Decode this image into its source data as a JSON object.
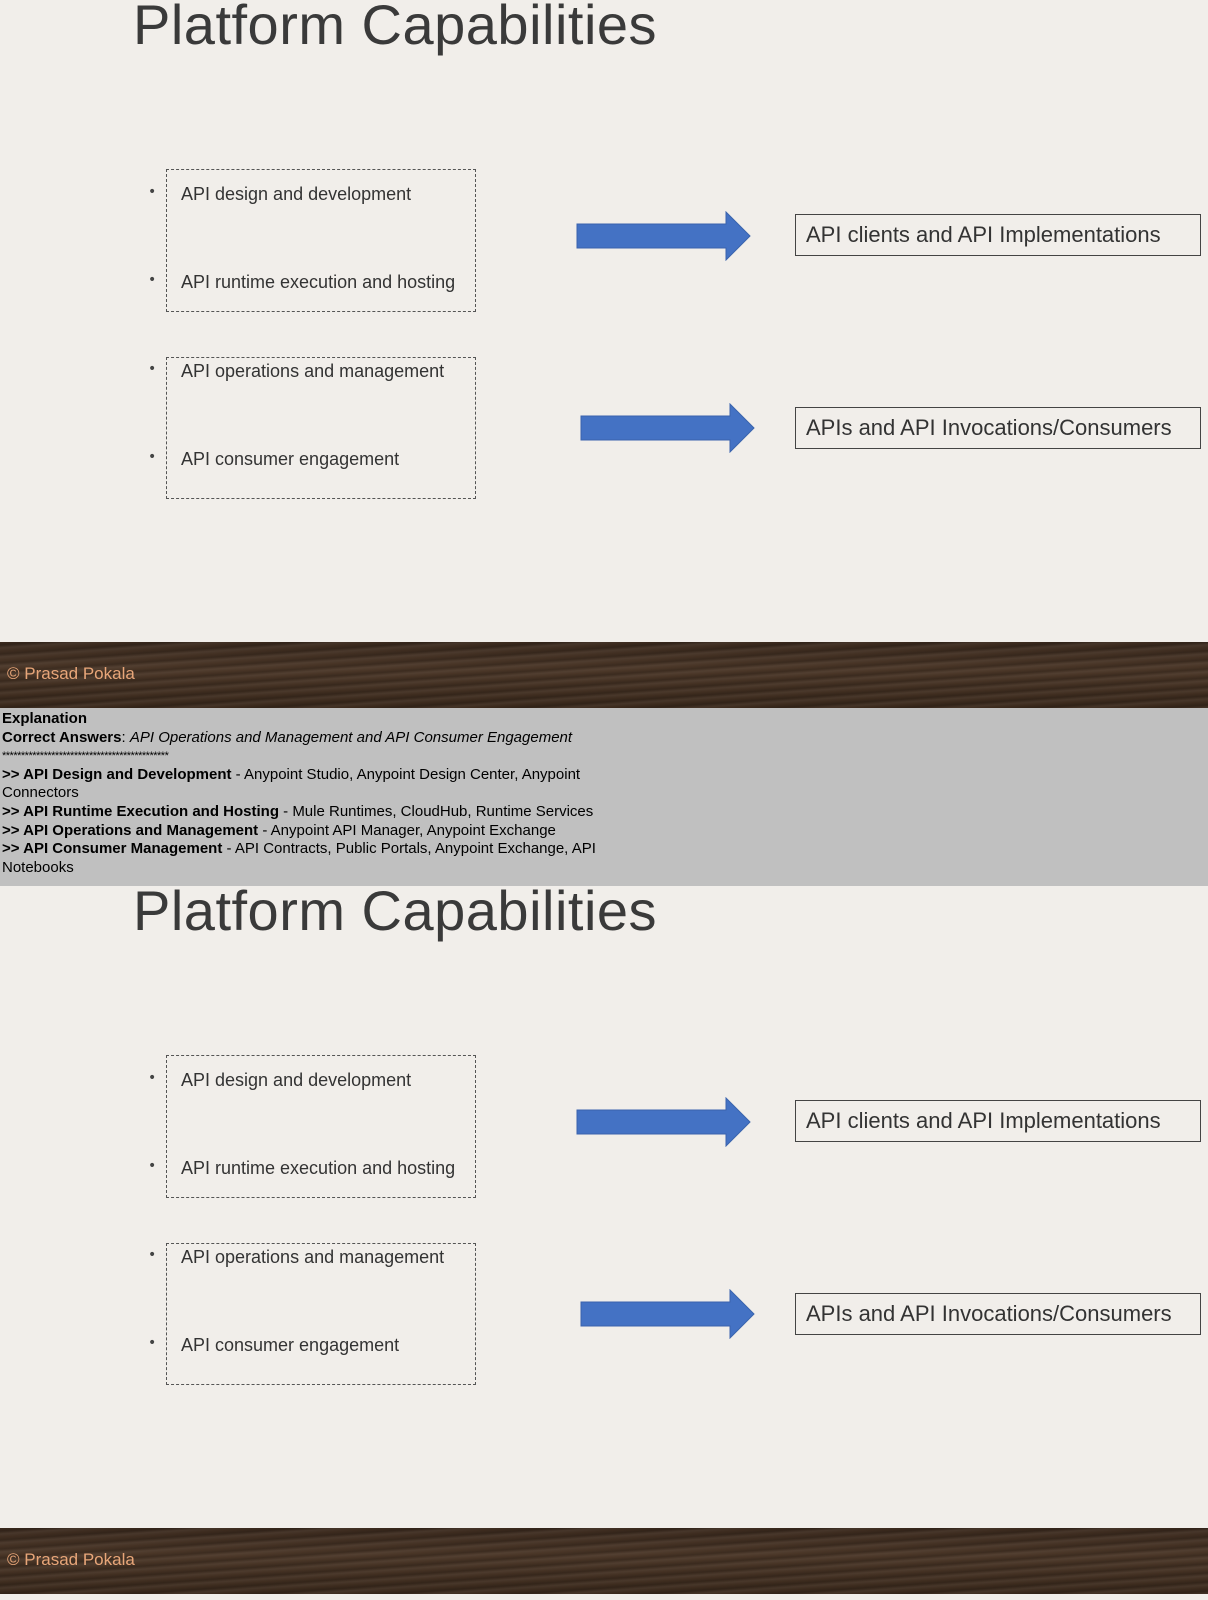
{
  "slide": {
    "title": "Platform Capabilities",
    "capabilities_group1": [
      "API design and development",
      "API runtime execution and hosting"
    ],
    "capabilities_group2": [
      "API operations and management",
      "API consumer engagement"
    ],
    "result1": "API clients and API Implementations",
    "result2": "APIs and API Invocations/Consumers",
    "bullet": "•",
    "footer": "© Prasad Pokala",
    "arrow_color": "#4472c4"
  },
  "explanation": {
    "heading": "Explanation",
    "correct_label": "Correct Answers",
    "correct_sep": ": ",
    "correct_value": "API Operations and Management and API Consumer Engagement",
    "stars": "********************************************",
    "items": [
      {
        "label": ">> API Design and Development",
        "text": " - Anypoint Studio, Anypoint Design Center, Anypoint Connectors"
      },
      {
        "label": ">> API Runtime Execution and Hosting",
        "text": " - Mule Runtimes, CloudHub, Runtime Services"
      },
      {
        "label": ">> API Operations and Management",
        "text": " - Anypoint API Manager, Anypoint Exchange"
      },
      {
        "label": ">> API Consumer Management",
        "text": " - API Contracts, Public Portals, Anypoint Exchange, API Notebooks"
      }
    ]
  }
}
